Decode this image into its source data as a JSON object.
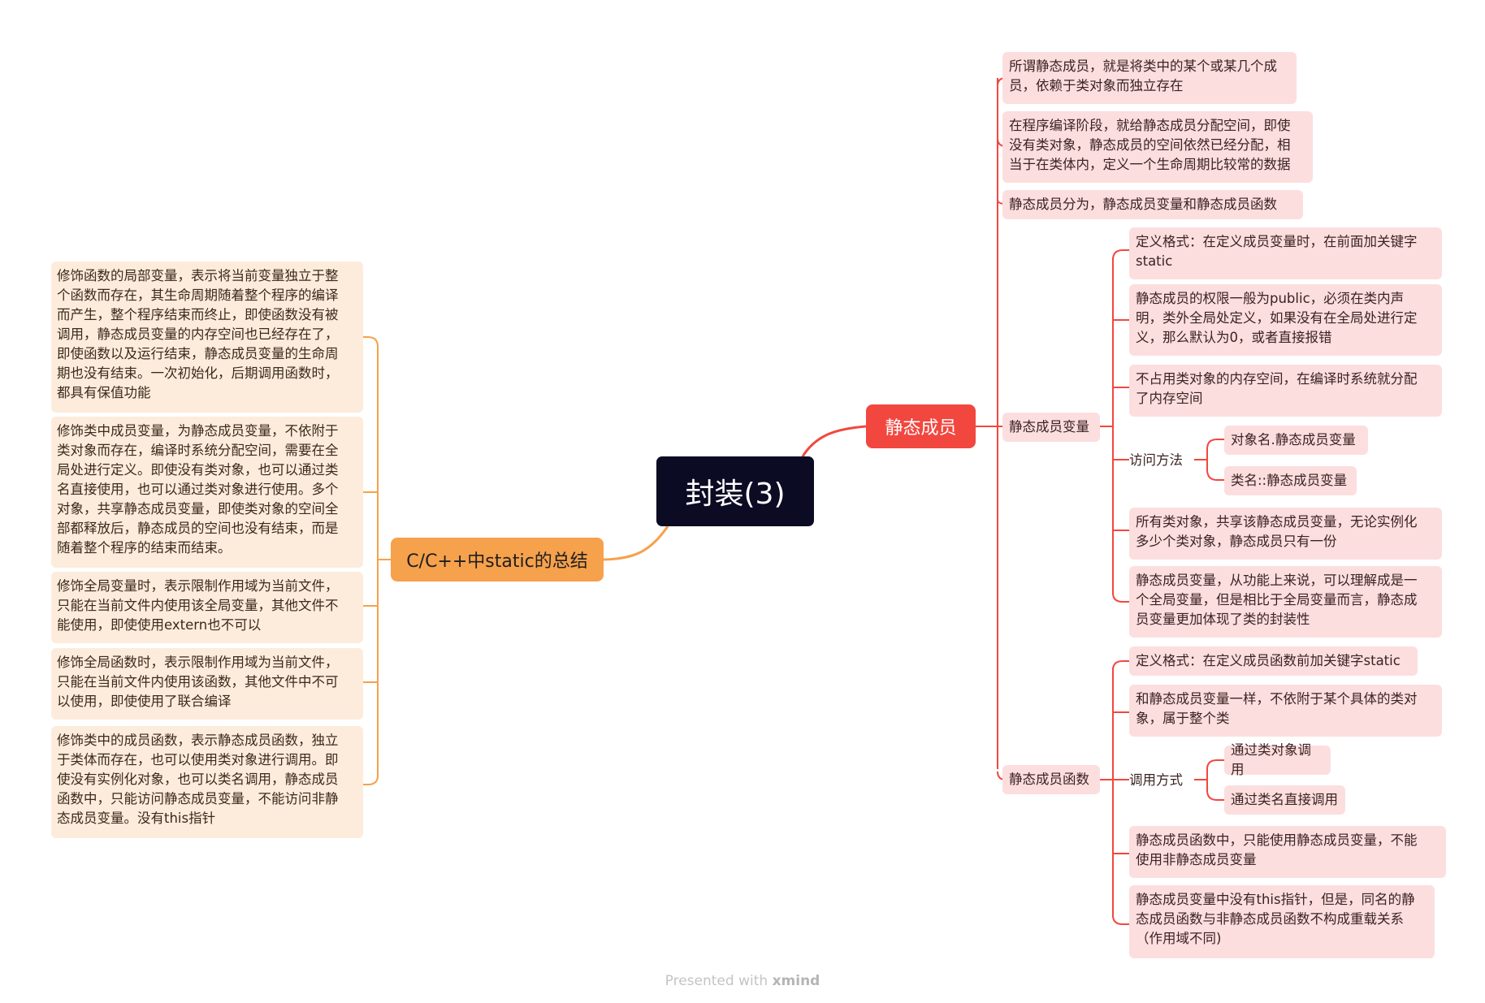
{
  "root": {
    "label": "封装(3)"
  },
  "static_members": {
    "label": "静态成员",
    "intro": [
      "所谓静态成员，就是将类中的某个或某几个成\n员，依赖于类对象而独立存在",
      "在程序编译阶段，就给静态成员分配空间，即使\n没有类对象，静态成员的空间依然已经分配，相\n当于在类体内，定义一个生命周期比较常的数据",
      "静态成员分为，静态成员变量和静态成员函数"
    ],
    "variable": {
      "label": "静态成员变量",
      "items": [
        "定义格式：在定义成员变量时，在前面加关键字\nstatic",
        "静态成员的权限一般为public，必须在类内声\n明，类外全局处定义，如果没有在全局处进行定\n义，那么默认为0，或者直接报错",
        "不占用类对象的内存空间，在编译时系统就分配\n了内存空间",
        "所有类对象，共享该静态成员变量，无论实例化\n多少个类对象，静态成员只有一份",
        "静态成员变量，从功能上来说，可以理解成是一\n个全局变量，但是相比于全局变量而言，静态成\n员变量更加体现了类的封装性"
      ],
      "access": {
        "label": "访问方法",
        "options": [
          "对象名.静态成员变量",
          "类名::静态成员变量"
        ]
      }
    },
    "function": {
      "label": "静态成员函数",
      "items": [
        "定义格式：在定义成员函数前加关键字static",
        "和静态成员变量一样，不依附于某个具体的类对\n象，属于整个类",
        " 静态成员函数中，只能使用静态成员变量，不能\n使用非静态成员变量",
        "静态成员变量中没有this指针，但是，同名的静\n态成员函数与非静态成员函数不构成重载关系\n（作用域不同)"
      ],
      "call": {
        "label": "调用方式",
        "options": [
          "通过类对象调用",
          "通过类名直接调用"
        ]
      }
    }
  },
  "static_summary": {
    "label": "C/C++中static的总结",
    "items": [
      "修饰函数的局部变量，表示将当前变量独立于整\n个函数而存在，其生命周期随着整个程序的编译\n而产生，整个程序结束而终止，即使函数没有被\n调用，静态成员变量的内存空间也已经存在了，\n即使函数以及运行结束，静态成员变量的生命周\n期也没有结束。一次初始化，后期调用函数时，\n都具有保值功能",
      "修饰类中成员变量，为静态成员变量，不依附于\n类对象而存在，编译时系统分配空间，需要在全\n局处进行定义。即使没有类对象，也可以通过类\n名直接使用，也可以通过类对象进行使用。多个\n对象，共享静态成员变量，即使类对象的空间全\n部都释放后，静态成员的空间也没有结束，而是\n随着整个程序的结束而结束。",
      "修饰全局变量时，表示限制作用域为当前文件，\n只能在当前文件内使用该全局变量，其他文件不\n能使用，即使使用extern也不可以",
      "修饰全局函数时，表示限制作用域为当前文件，\n只能在当前文件内使用该函数，其他文件中不可\n以使用，即使使用了联合编译",
      "修饰类中的成员函数，表示静态成员函数，独立\n于类体而存在，也可以使用类对象进行调用。即\n使没有实例化对象，也可以类名调用，静态成员\n函数中，只能访问静态成员变量，不能访问非静\n态成员变量。没有this指针"
    ]
  },
  "footer": {
    "prefix": "Presented with",
    "brand": "xmind"
  },
  "colors": {
    "root_bg": "#0b0b24",
    "red_branch": "#f2473f",
    "red_leaf": "#fcdedf",
    "orange_branch": "#f6a14c",
    "orange_leaf": "#fdecdb"
  }
}
